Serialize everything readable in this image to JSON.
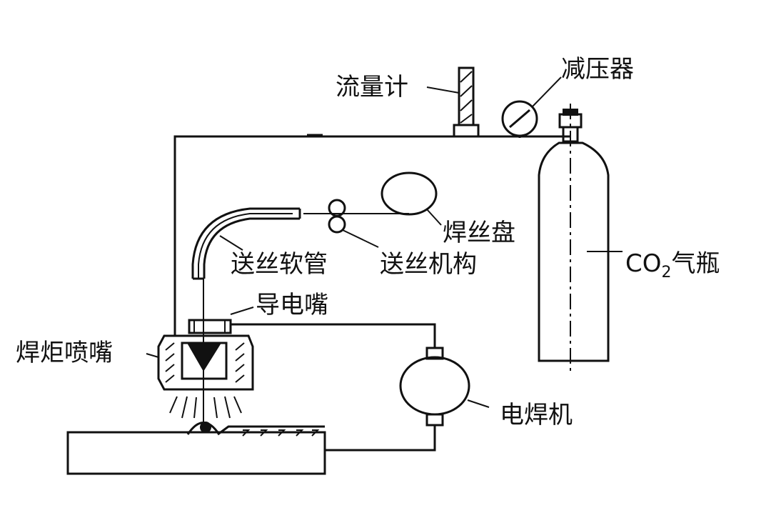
{
  "labels": {
    "flowmeter": "流量计",
    "regulator": "减压器",
    "wire_reel": "焊丝盘",
    "wire_hose": "送丝软管",
    "wire_feeder": "送丝机构",
    "co2_prefix": "CO",
    "co2_sub": "2",
    "co2_suffix": "气瓶",
    "contact_tip": "导电嘴",
    "torch_nozzle": "焊炬喷嘴",
    "welder": "电焊机"
  }
}
